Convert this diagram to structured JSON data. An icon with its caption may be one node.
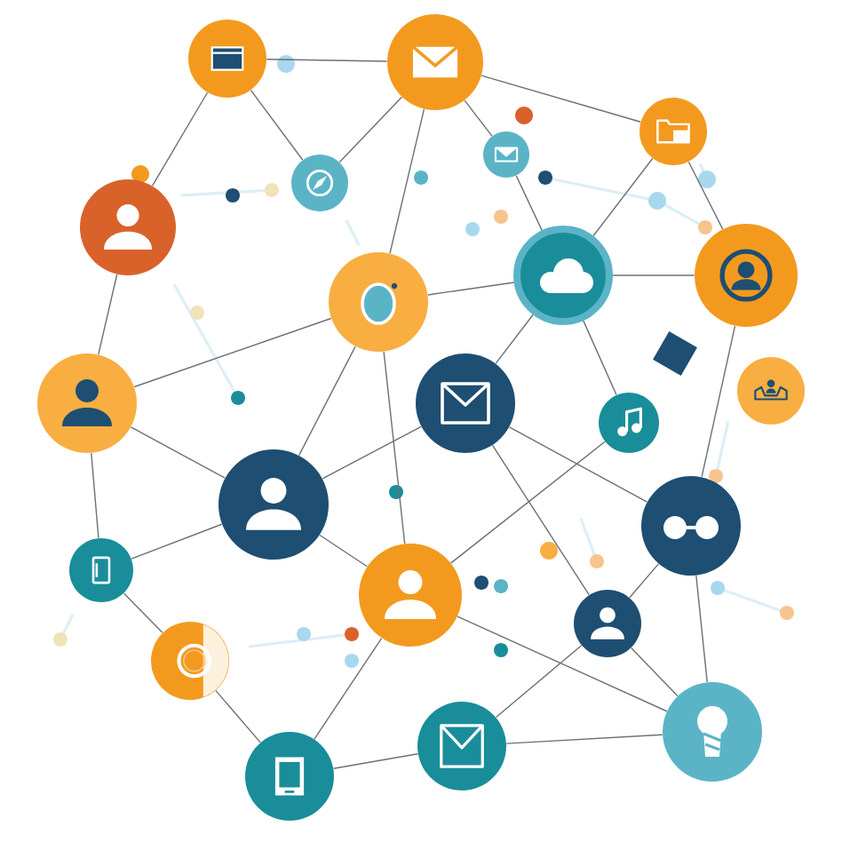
{
  "diagram": {
    "nodes": [
      {
        "text": [],
        "shape": "circle"
      },
      {
        "text": [],
        "shape": "circle"
      },
      {
        "text": [],
        "shape": "circle"
      },
      {
        "text": [],
        "shape": "circle"
      },
      {
        "text": [],
        "shape": "circle"
      },
      {
        "text": [],
        "shape": "circle"
      },
      {
        "text": [],
        "shape": "circle"
      },
      {
        "text": [],
        "shape": "circle"
      },
      {
        "text": [],
        "shape": "circle"
      },
      {
        "text": [],
        "shape": "diamond"
      },
      {
        "text": [],
        "shape": "circle"
      },
      {
        "text": [],
        "shape": "circle"
      },
      {
        "text": [],
        "shape": "circle"
      },
      {
        "text": [],
        "shape": "circle"
      },
      {
        "text": [],
        "shape": "circle"
      },
      {
        "text": [],
        "shape": "circle"
      },
      {
        "text": [],
        "shape": "circle"
      },
      {
        "text": [],
        "shape": "circle"
      },
      {
        "text": [],
        "shape": "circle"
      },
      {
        "text": [],
        "shape": "circle"
      },
      {
        "text": [],
        "shape": "circle"
      },
      {
        "text": [],
        "shape": "circle"
      },
      {
        "text": [],
        "shape": "circle"
      }
    ],
    "edges": [
      {
        "from": 0,
        "to": 1,
        "arrow": "none"
      },
      {
        "from": 0,
        "to": 4,
        "arrow": "none"
      },
      {
        "from": 0,
        "to": 5,
        "arrow": "none"
      },
      {
        "from": 1,
        "to": 4,
        "arrow": "none"
      },
      {
        "from": 1,
        "to": 2,
        "arrow": "none"
      },
      {
        "from": 1,
        "to": 3,
        "arrow": "none"
      },
      {
        "from": 1,
        "to": 8,
        "arrow": "none"
      },
      {
        "from": 2,
        "to": 6,
        "arrow": "none"
      },
      {
        "from": 2,
        "to": 7,
        "arrow": "none"
      },
      {
        "from": 3,
        "to": 6,
        "arrow": "none"
      },
      {
        "from": 5,
        "to": 11,
        "arrow": "none"
      },
      {
        "from": 6,
        "to": 7,
        "arrow": "none"
      },
      {
        "from": 8,
        "to": 6,
        "arrow": "none"
      },
      {
        "from": 6,
        "to": 12,
        "arrow": "none"
      },
      {
        "from": 6,
        "to": 13,
        "arrow": "none"
      },
      {
        "from": 7,
        "to": 15,
        "arrow": "none"
      },
      {
        "from": 11,
        "to": 8,
        "arrow": "none"
      },
      {
        "from": 8,
        "to": 14,
        "arrow": "none"
      },
      {
        "from": 8,
        "to": 17,
        "arrow": "none"
      },
      {
        "from": 11,
        "to": 14,
        "arrow": "none"
      },
      {
        "from": 11,
        "to": 16,
        "arrow": "none"
      },
      {
        "from": 14,
        "to": 12,
        "arrow": "none"
      },
      {
        "from": 12,
        "to": 15,
        "arrow": "none"
      },
      {
        "from": 12,
        "to": 18,
        "arrow": "none"
      },
      {
        "from": 13,
        "to": 17,
        "arrow": "none"
      },
      {
        "from": 14,
        "to": 16,
        "arrow": "none"
      },
      {
        "from": 14,
        "to": 17,
        "arrow": "none"
      },
      {
        "from": 15,
        "to": 18,
        "arrow": "none"
      },
      {
        "from": 15,
        "to": 20,
        "arrow": "none"
      },
      {
        "from": 16,
        "to": 19,
        "arrow": "none"
      },
      {
        "from": 17,
        "to": 22,
        "arrow": "none"
      },
      {
        "from": 17,
        "to": 20,
        "arrow": "none"
      },
      {
        "from": 18,
        "to": 21,
        "arrow": "none"
      },
      {
        "from": 18,
        "to": 20,
        "arrow": "none"
      },
      {
        "from": 19,
        "to": 22,
        "arrow": "none"
      },
      {
        "from": 22,
        "to": 21,
        "arrow": "none"
      },
      {
        "from": 21,
        "to": 20,
        "arrow": "none"
      }
    ]
  }
}
